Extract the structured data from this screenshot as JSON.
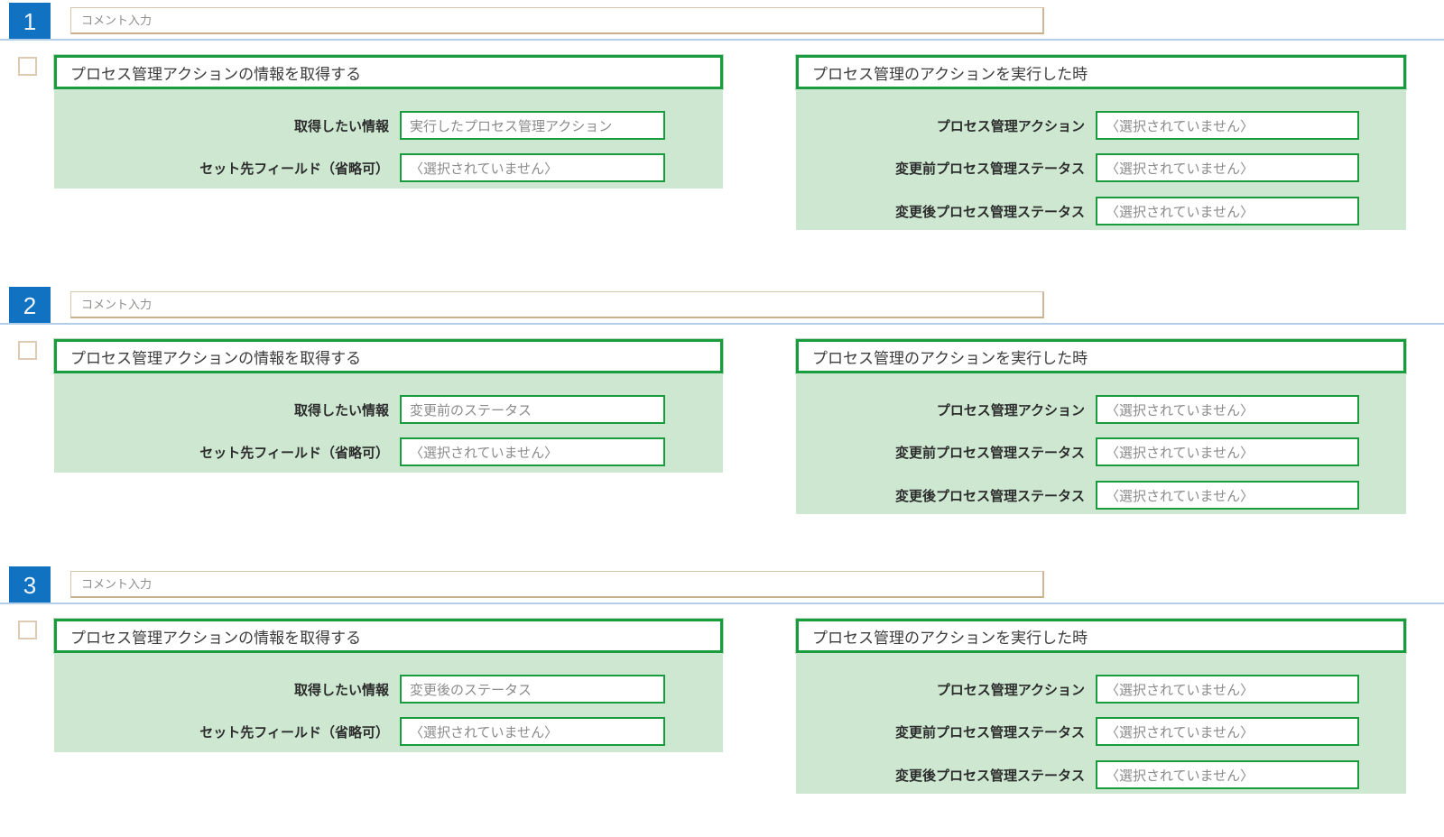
{
  "colors": {
    "accent_green": "#189c3e",
    "panel_body_green": "#cde7d1",
    "badge_blue": "#1172c1",
    "divider_blue": "#b3cee9",
    "comment_border_tan": "#d9c6ae"
  },
  "steps": [
    {
      "number": "1",
      "comment": {
        "value": "",
        "placeholder": "コメント入力"
      },
      "checkbox_checked": false,
      "action_panel": {
        "title": "プロセス管理アクションの情報を取得する",
        "fields": [
          {
            "label": "取得したい情報",
            "value": "実行したプロセス管理アクション"
          },
          {
            "label": "セット先フィールド（省略可）",
            "value": "〈選択されていません〉"
          }
        ]
      },
      "trigger_panel": {
        "title": "プロセス管理のアクションを実行した時",
        "fields": [
          {
            "label": "プロセス管理アクション",
            "value": "〈選択されていません〉"
          },
          {
            "label": "変更前プロセス管理ステータス",
            "value": "〈選択されていません〉"
          },
          {
            "label": "変更後プロセス管理ステータス",
            "value": "〈選択されていません〉"
          }
        ]
      }
    },
    {
      "number": "2",
      "comment": {
        "value": "",
        "placeholder": "コメント入力"
      },
      "checkbox_checked": false,
      "action_panel": {
        "title": "プロセス管理アクションの情報を取得する",
        "fields": [
          {
            "label": "取得したい情報",
            "value": "変更前のステータス"
          },
          {
            "label": "セット先フィールド（省略可）",
            "value": "〈選択されていません〉"
          }
        ]
      },
      "trigger_panel": {
        "title": "プロセス管理のアクションを実行した時",
        "fields": [
          {
            "label": "プロセス管理アクション",
            "value": "〈選択されていません〉"
          },
          {
            "label": "変更前プロセス管理ステータス",
            "value": "〈選択されていません〉"
          },
          {
            "label": "変更後プロセス管理ステータス",
            "value": "〈選択されていません〉"
          }
        ]
      }
    },
    {
      "number": "3",
      "comment": {
        "value": "",
        "placeholder": "コメント入力"
      },
      "checkbox_checked": false,
      "action_panel": {
        "title": "プロセス管理アクションの情報を取得する",
        "fields": [
          {
            "label": "取得したい情報",
            "value": "変更後のステータス"
          },
          {
            "label": "セット先フィールド（省略可）",
            "value": "〈選択されていません〉"
          }
        ]
      },
      "trigger_panel": {
        "title": "プロセス管理のアクションを実行した時",
        "fields": [
          {
            "label": "プロセス管理アクション",
            "value": "〈選択されていません〉"
          },
          {
            "label": "変更前プロセス管理ステータス",
            "value": "〈選択されていません〉"
          },
          {
            "label": "変更後プロセス管理ステータス",
            "value": "〈選択されていません〉"
          }
        ]
      }
    }
  ]
}
